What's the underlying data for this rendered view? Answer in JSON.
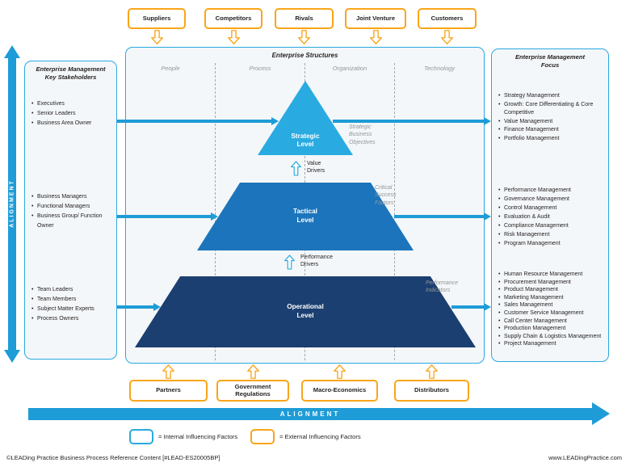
{
  "colors": {
    "accent_blue": "#2AA9E0",
    "arrow_blue": "#1E9CD7",
    "strategic_fill": "#29ABE2",
    "tactical_fill": "#1C75BC",
    "operational_fill": "#1B3F70",
    "external_orange": "#F9A51A",
    "muted_text": "#939598"
  },
  "external_factors_top": [
    {
      "label": "Suppliers"
    },
    {
      "label": "Competitors"
    },
    {
      "label": "Rivals"
    },
    {
      "label": "Joint Venture"
    },
    {
      "label": "Customers"
    }
  ],
  "external_factors_bottom": [
    {
      "label": "Partners"
    },
    {
      "label": "Government Regulations"
    },
    {
      "label": "Macro-Economics"
    },
    {
      "label": "Distributors"
    }
  ],
  "stakeholders_panel": {
    "title": "Enterprise Management\nKey Stakeholders",
    "groups": [
      {
        "items": [
          "Executives",
          "Senior Leaders",
          "Business Area Owner"
        ]
      },
      {
        "items": [
          "Business Managers",
          "Functional Managers",
          "Business Group/ Function Owner"
        ]
      },
      {
        "items": [
          "Team Leaders",
          "Team Members",
          "Subject Matter Experts",
          "Process Owners"
        ]
      }
    ]
  },
  "structures_panel": {
    "title": "Enterprise Structures",
    "columns": [
      "People",
      "Process",
      "Organization",
      "Technology"
    ],
    "levels": [
      {
        "label": "Strategic\nLevel",
        "annotation": "Strategic\nBusiness\nObjectives"
      },
      {
        "label": "Tactical\nLevel",
        "annotation": "Critical\nSuccess\nFactors"
      },
      {
        "label": "Operational\nLevel",
        "annotation": "Performance\nIndicators"
      }
    ],
    "drivers": [
      {
        "label": "Value\nDrivers"
      },
      {
        "label": "Performance\nDrivers"
      }
    ]
  },
  "focus_panel": {
    "title": "Enterprise Management\nFocus",
    "groups": [
      {
        "items": [
          "Strategy Management",
          "Growth: Core Differentiating & Core Competitive",
          "Value Management",
          "Finance Management",
          "Portfolio Management"
        ]
      },
      {
        "items": [
          "Performance Management",
          "Governance Management",
          "Control Management",
          "Evaluation & Audit",
          "Compliance Management",
          "Risk Management",
          "Program Management"
        ]
      },
      {
        "items": [
          "Human Resource Management",
          "Procurement Management",
          "Product Management",
          "Marketing Management",
          "Sales Management",
          "Customer Service Management",
          "Call Center Management",
          "Production Management",
          "Supply Chain & Logistics Management",
          "Project Management"
        ]
      }
    ]
  },
  "alignment": {
    "vertical_label": "ALIGNMENT",
    "horizontal_label": "ALIGNMENT"
  },
  "legend": {
    "internal_label": "= Internal Influencing Factors",
    "external_label": "= External Influencing Factors"
  },
  "footer": {
    "left_text": "©LEADing Practice Business Process Reference Content [#LEAD-ES20005BP]",
    "right_text": "www.LEADingPractice.com"
  }
}
